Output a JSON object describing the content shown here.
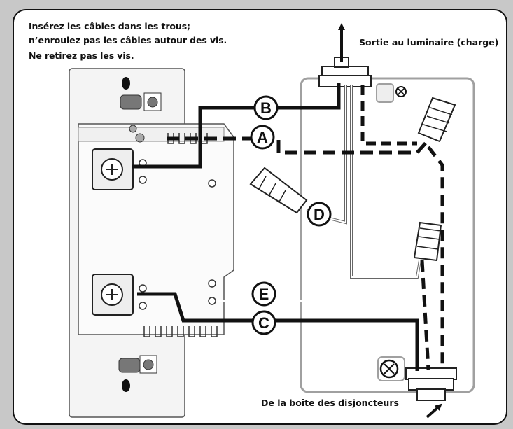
{
  "instructions": {
    "line1": "Insérez les câbles dans les trous;",
    "line2": "n’enroulez pas les câbles autour des vis.",
    "line3": "Ne retirez pas les vis."
  },
  "callouts": {
    "load_out": "Sortie au luminaire (charge)",
    "from_breaker": "De la boîte des disjoncteurs"
  },
  "wire_labels": [
    "A",
    "B",
    "C",
    "D",
    "E"
  ],
  "symbols": {
    "screw_x": "⊗"
  },
  "colors": {
    "background": "#c8c8c8",
    "panel": "#ffffff",
    "wire": "#111111",
    "box_outline": "#9a9a9a"
  }
}
